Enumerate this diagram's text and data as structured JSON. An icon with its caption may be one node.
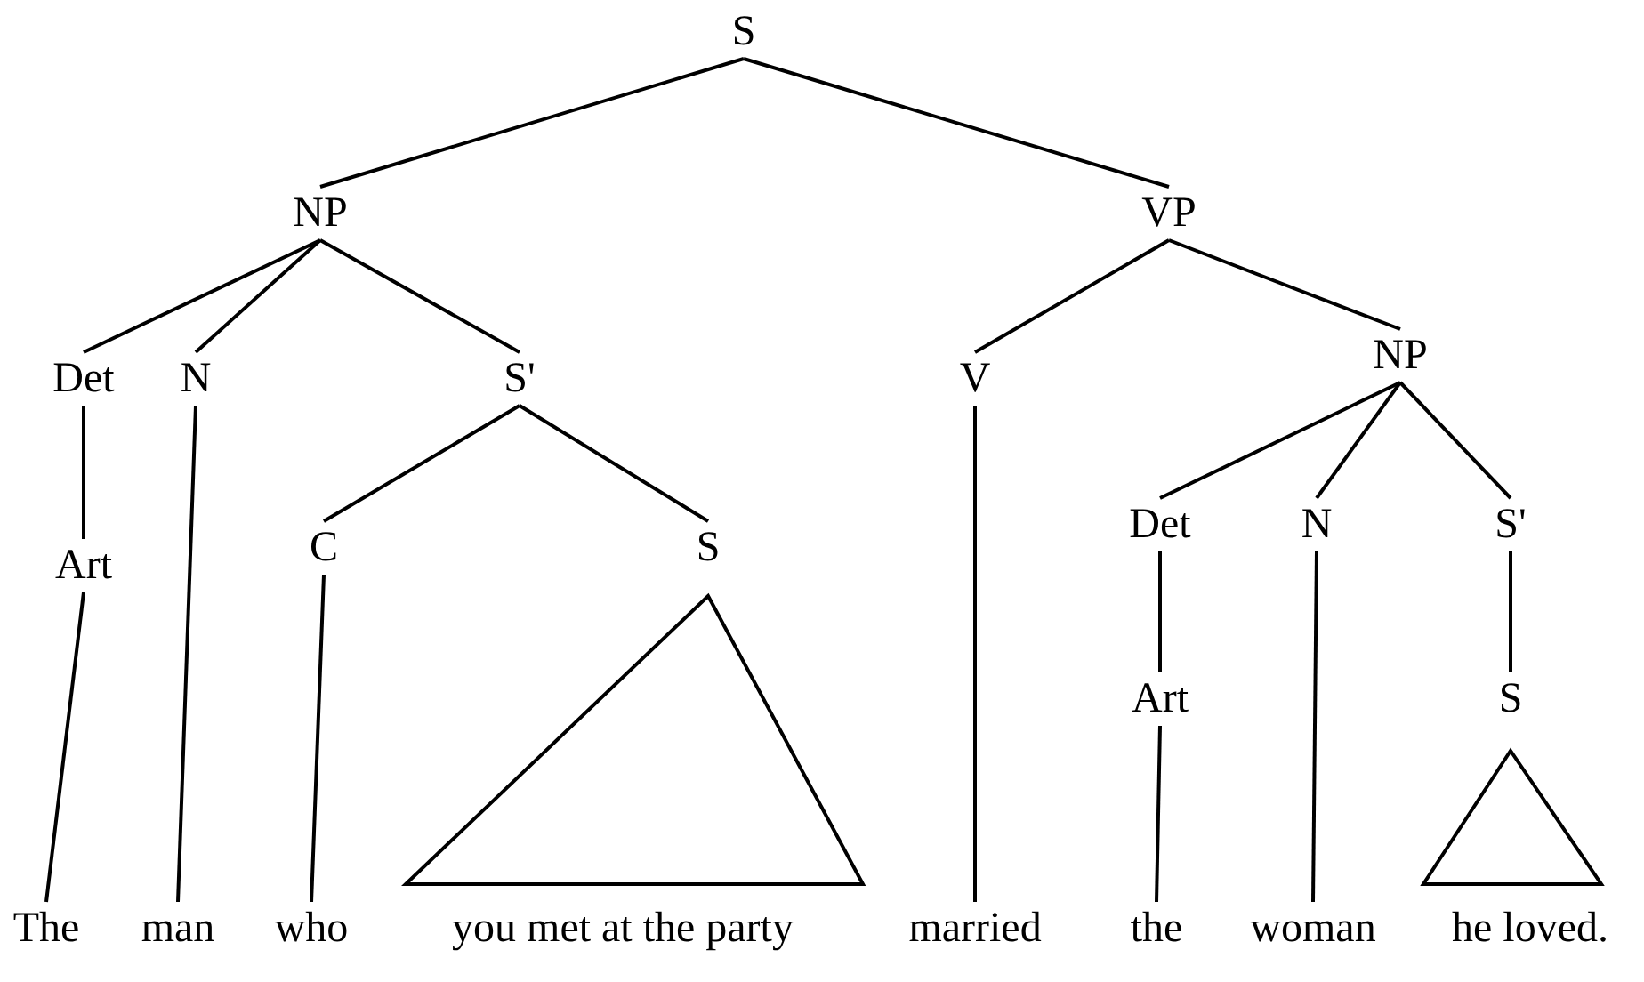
{
  "diagram": {
    "nodes": [
      {
        "text": [
          "S"
        ]
      },
      {
        "text": [
          "NP"
        ]
      },
      {
        "text": [
          "VP"
        ]
      },
      {
        "text": [
          "Det"
        ]
      },
      {
        "text": [
          "N"
        ]
      },
      {
        "text": [
          "S'"
        ]
      },
      {
        "text": [
          "V"
        ]
      },
      {
        "text": [
          "NP"
        ]
      },
      {
        "text": [
          "Art"
        ]
      },
      {
        "text": [
          "C"
        ]
      },
      {
        "text": [
          "S"
        ]
      },
      {
        "text": [
          "Det"
        ]
      },
      {
        "text": [
          "N"
        ]
      },
      {
        "text": [
          "S'"
        ]
      },
      {
        "text": [
          "Art"
        ]
      },
      {
        "text": [
          "S"
        ]
      },
      {
        "text": [
          "The"
        ]
      },
      {
        "text": [
          "man"
        ]
      },
      {
        "text": [
          "who"
        ]
      },
      {
        "text": [
          "you met at the party"
        ]
      },
      {
        "text": [
          "married"
        ]
      },
      {
        "text": [
          "the"
        ]
      },
      {
        "text": [
          "woman"
        ]
      },
      {
        "text": [
          "he loved."
        ]
      }
    ],
    "edges": [
      {
        "from": 0,
        "to": 1,
        "arrow": "none"
      },
      {
        "from": 0,
        "to": 2,
        "arrow": "none"
      },
      {
        "from": 1,
        "to": 3,
        "arrow": "none"
      },
      {
        "from": 1,
        "to": 4,
        "arrow": "none"
      },
      {
        "from": 1,
        "to": 5,
        "arrow": "none"
      },
      {
        "from": 2,
        "to": 6,
        "arrow": "none"
      },
      {
        "from": 2,
        "to": 7,
        "arrow": "none"
      },
      {
        "from": 3,
        "to": 8,
        "arrow": "none"
      },
      {
        "from": 5,
        "to": 9,
        "arrow": "none"
      },
      {
        "from": 5,
        "to": 10,
        "arrow": "none"
      },
      {
        "from": 7,
        "to": 11,
        "arrow": "none"
      },
      {
        "from": 7,
        "to": 12,
        "arrow": "none"
      },
      {
        "from": 7,
        "to": 13,
        "arrow": "none"
      },
      {
        "from": 11,
        "to": 14,
        "arrow": "none"
      },
      {
        "from": 13,
        "to": 15,
        "arrow": "none"
      },
      {
        "from": 8,
        "to": 16,
        "arrow": "none"
      },
      {
        "from": 4,
        "to": 17,
        "arrow": "none"
      },
      {
        "from": 9,
        "to": 18,
        "arrow": "none"
      },
      {
        "from": 6,
        "to": 20,
        "arrow": "none"
      },
      {
        "from": 14,
        "to": 21,
        "arrow": "none"
      },
      {
        "from": 12,
        "to": 22,
        "arrow": "none"
      }
    ]
  }
}
